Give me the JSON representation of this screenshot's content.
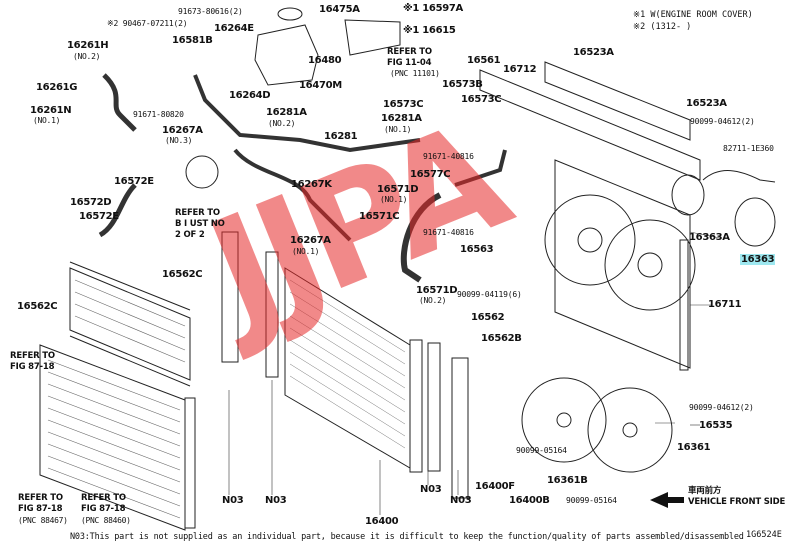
{
  "legend": {
    "l1": "※1 W(ENGINE ROOM COVER)",
    "l2": "※2 (1312-      )"
  },
  "footnote": "N03:This part is not supplied as an individual part, because it is difficult to keep the function/quality of parts assembled/disassembled",
  "drawing_code": "1G6524E",
  "watermark": {
    "text": "JJPA",
    "color": "#e62828"
  },
  "highlight_color": "#9ee8f0",
  "direction": {
    "jp": "車両前方",
    "en": "VEHICLE FRONT SIDE"
  },
  "labels": {
    "p16475A": "16475A",
    "p16597A": "※1 16597A",
    "p16615": "※1 16615",
    "p91673": "91673-80616(2)",
    "p90467": "※2 90467-07211(2)",
    "p16264E": "16264E",
    "p16581B": "16581B",
    "p16480": "16480",
    "p16470M": "16470M",
    "p16261H": "16261H",
    "no2a": "(NO.2)",
    "p16261G": "16261G",
    "p16261N": "16261N",
    "no1a": "(NO.1)",
    "p16264D": "16264D",
    "p91671_80820": "91671-80820",
    "p16281A2": "16281A",
    "no2b": "(NO.2)",
    "p16267A3": "16267A",
    "no3": "(NO.3)",
    "p16281": "16281",
    "p16281A1": "16281A",
    "no1b": "(NO.1)",
    "refer1104": "REFER TO",
    "fig1104": "FIG 11-04",
    "pnc1101": "(PNC 11101)",
    "p16561": "16561",
    "p16712": "16712",
    "p16523A1": "16523A",
    "p16573B": "16573B",
    "p16573C1": "16573C",
    "p16573C2": "16573C",
    "p16523A2": "16523A",
    "p90099a": "90099-04612(2)",
    "p91671_40816a": "91671-40816",
    "p82711": "82711-1E360",
    "p16577C": "16577C",
    "p16571D1": "16571D",
    "no1c": "(NO.1)",
    "p16571C": "16571C",
    "p91671_40816b": "91671-40816",
    "p16363A": "16363A",
    "p16363": "16363",
    "p16563": "16563",
    "p16267K": "16267K",
    "p16267A1": "16267A",
    "no1d": "(NO.1)",
    "p16572E1": "16572E",
    "p16572D": "16572D",
    "p16572E2": "16572E",
    "referB": "REFER TO",
    "refB2": "B I UST NO",
    "refB3": "2 OF 2",
    "p16562C1": "16562C",
    "p16562C2": "16562C",
    "p16571D2": "16571D",
    "no2c": "(NO.2)",
    "p90099b": "90099-04119(6)",
    "p16711": "16711",
    "p16562": "16562",
    "p16562B": "16562B",
    "refer8718a": "REFER TO",
    "fig8718a": "FIG 87-18",
    "refer8718b": "REFER TO",
    "fig8718b": "FIG 87-18",
    "pnc88467": "(PNC 88467)",
    "refer8718c": "REFER TO",
    "fig8718c": "FIG 87-18",
    "pnc88460": "(PNC 88460)",
    "p90099c": "90099-04612(2)",
    "p16535": "16535",
    "p90099_05164a": "90099-05164",
    "p16361B": "16361B",
    "p16361": "16361",
    "p90099_05164b": "90099-05164",
    "p16400F": "16400F",
    "p16400B": "16400B",
    "p16400": "16400",
    "n03a": "N03",
    "n03b": "N03",
    "n03c": "N03",
    "n03d": "N03"
  }
}
